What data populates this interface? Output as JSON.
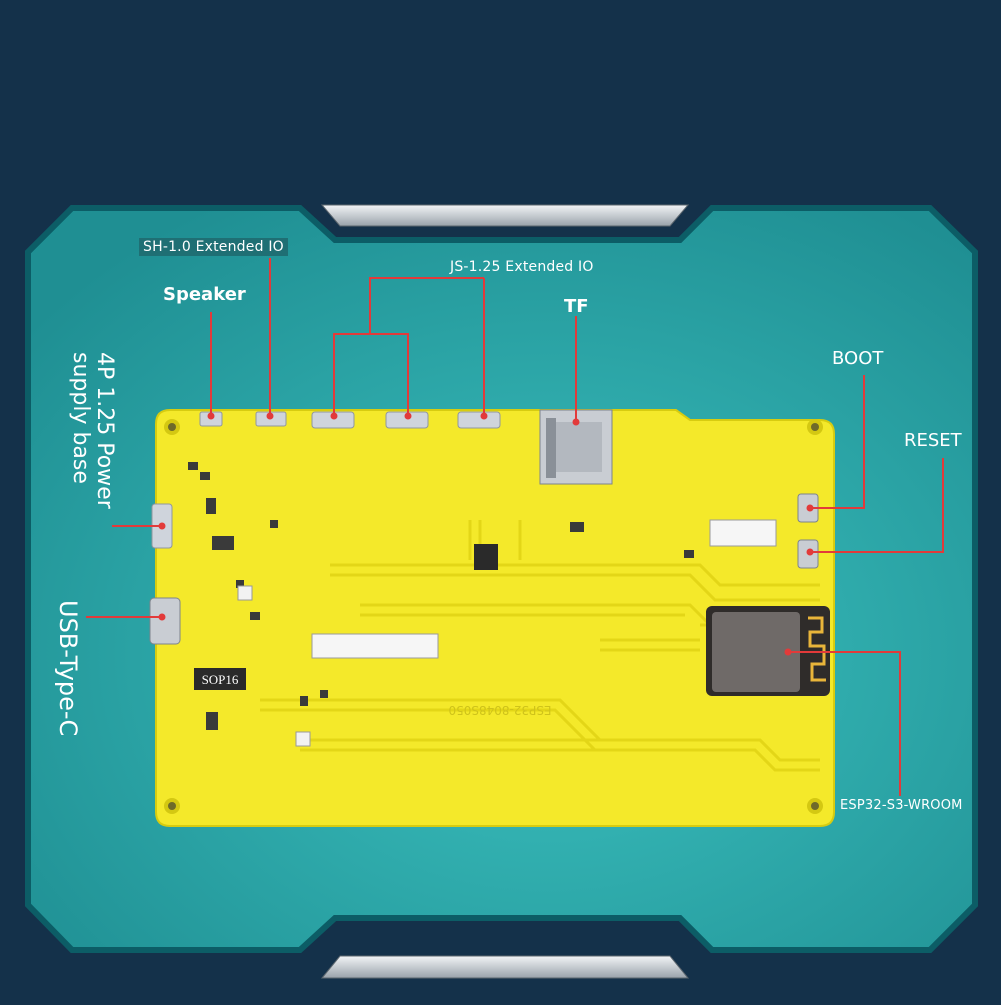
{
  "colors": {
    "background": "#14314a",
    "frame_fill": "#27a7a6",
    "frame_border": "#0c5d66",
    "board": "#f4e92a",
    "trace": "#e6da18",
    "leader": "#e23a3a",
    "connector": "#cfd4dc",
    "chip": "#2a2a2a",
    "module": "#6f6a68"
  },
  "labels": {
    "sh_io": "SH-1.0 Extended IO",
    "js_io": "JS-1.25 Extended IO",
    "speaker": "Speaker",
    "tf": "TF",
    "boot": "BOOT",
    "reset": "RESET",
    "power_line1": "4P 1.25 Power",
    "power_line2": "supply base",
    "usb": "USB-Type-C",
    "esp": "ESP32-S3-WROOM"
  },
  "silkscreen": {
    "chip_marking": "SOP16",
    "board_model": "ESP32-8048S050"
  }
}
